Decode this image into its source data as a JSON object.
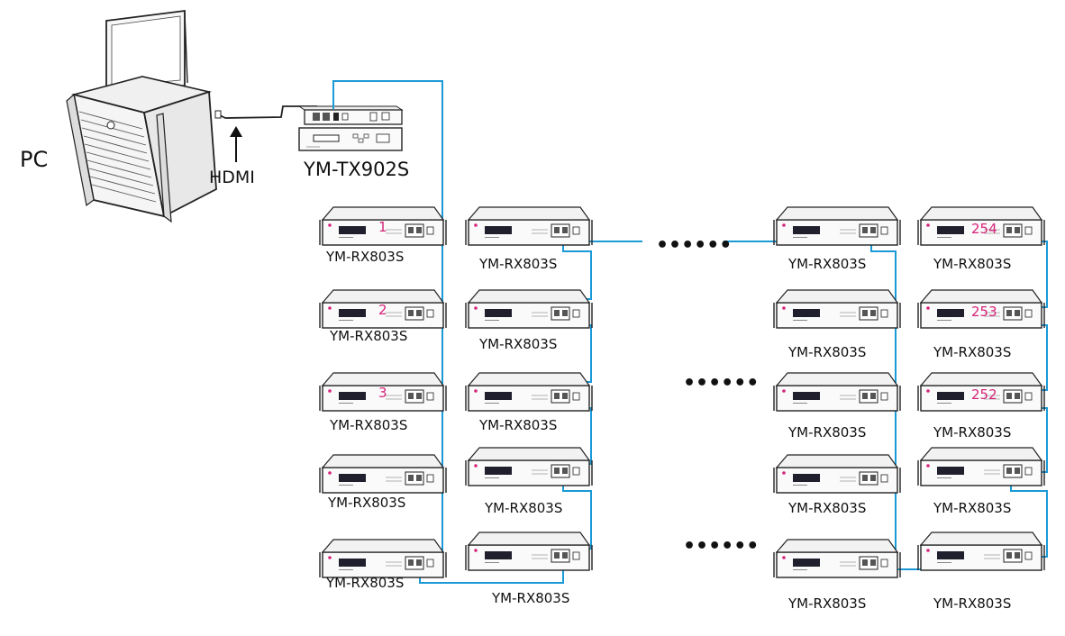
{
  "labels": {
    "pc": "PC",
    "hdmi": "HDMI",
    "transmitter": "YM-TX902S",
    "receiver": "YM-RX803S",
    "ellipsis": "••••••"
  },
  "receiver_numbers": {
    "col1_row1": "1",
    "col1_row2": "2",
    "col1_row3": "3",
    "col4_row1": "254",
    "col4_row2": "253",
    "col4_row3": "252"
  },
  "colors": {
    "fiber": "#1a9ad6",
    "number": "#d6247a",
    "outline": "#222222",
    "screen": "#1f1f2e"
  }
}
